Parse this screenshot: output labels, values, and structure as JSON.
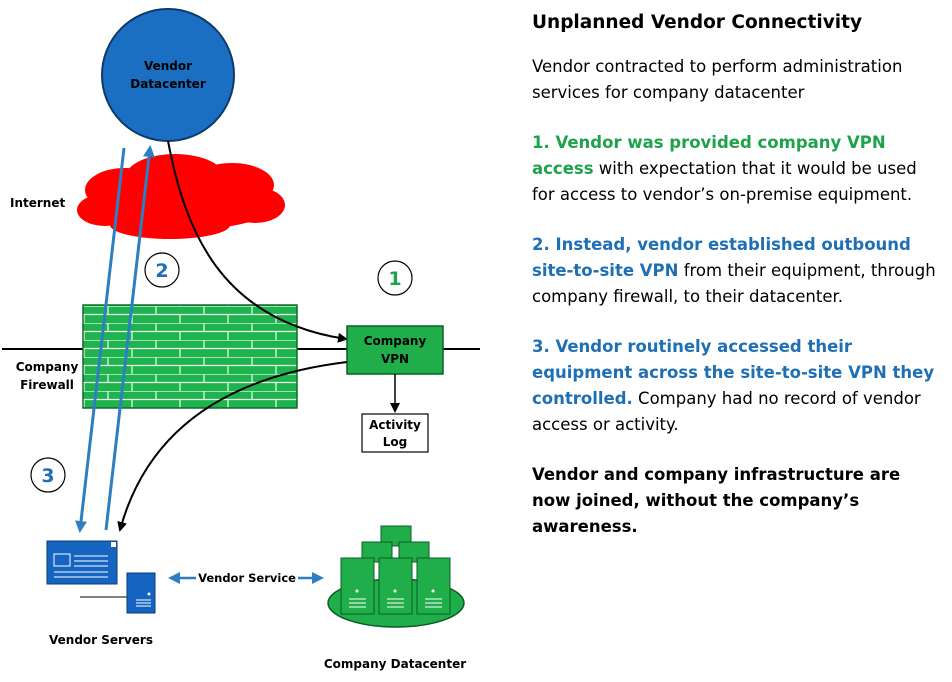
{
  "diagram": {
    "vendor_datacenter_label_line1": "Vendor",
    "vendor_datacenter_label_line2": "Datacenter",
    "internet_label": "Internet",
    "firewall_label_line1": "Company",
    "firewall_label_line2": "Firewall",
    "vpn_label_line1": "Company",
    "vpn_label_line2": "VPN",
    "activity_log_line1": "Activity",
    "activity_log_line2": "Log",
    "marker_1": "1",
    "marker_2": "2",
    "marker_3": "3",
    "vendor_service_label": "Vendor Service",
    "vendor_servers_label": "Vendor Servers",
    "company_datacenter_label": "Company Datacenter",
    "colors": {
      "vendor_circle": "#1b6fc2",
      "cloud": "#ff0000",
      "firewall": "#1fb34f",
      "vpn_box": "#1fae4a",
      "link_blue": "#2d7fc1",
      "green_text": "#1ea24b",
      "blue_text": "#1f6fb5"
    }
  },
  "panel": {
    "title": "Unplanned Vendor Connectivity",
    "intro": "Vendor contracted to perform administration services for company datacenter",
    "item1_highlight": "1. Vendor was provided company VPN access",
    "item1_rest": " with expectation that it would be used for access to vendor’s on-premise equipment.",
    "item2_highlight": "2. Instead, vendor established outbound site-to-site VPN",
    "item2_rest": " from their equipment, through company firewall, to their datacenter.",
    "item3_highlight": "3. Vendor routinely accessed their equipment across the site-to-site VPN they controlled.",
    "item3_rest": " Company had no record of vendor access or activity.",
    "conclusion": "Vendor and company infrastructure are now joined, without the company’s awareness."
  }
}
